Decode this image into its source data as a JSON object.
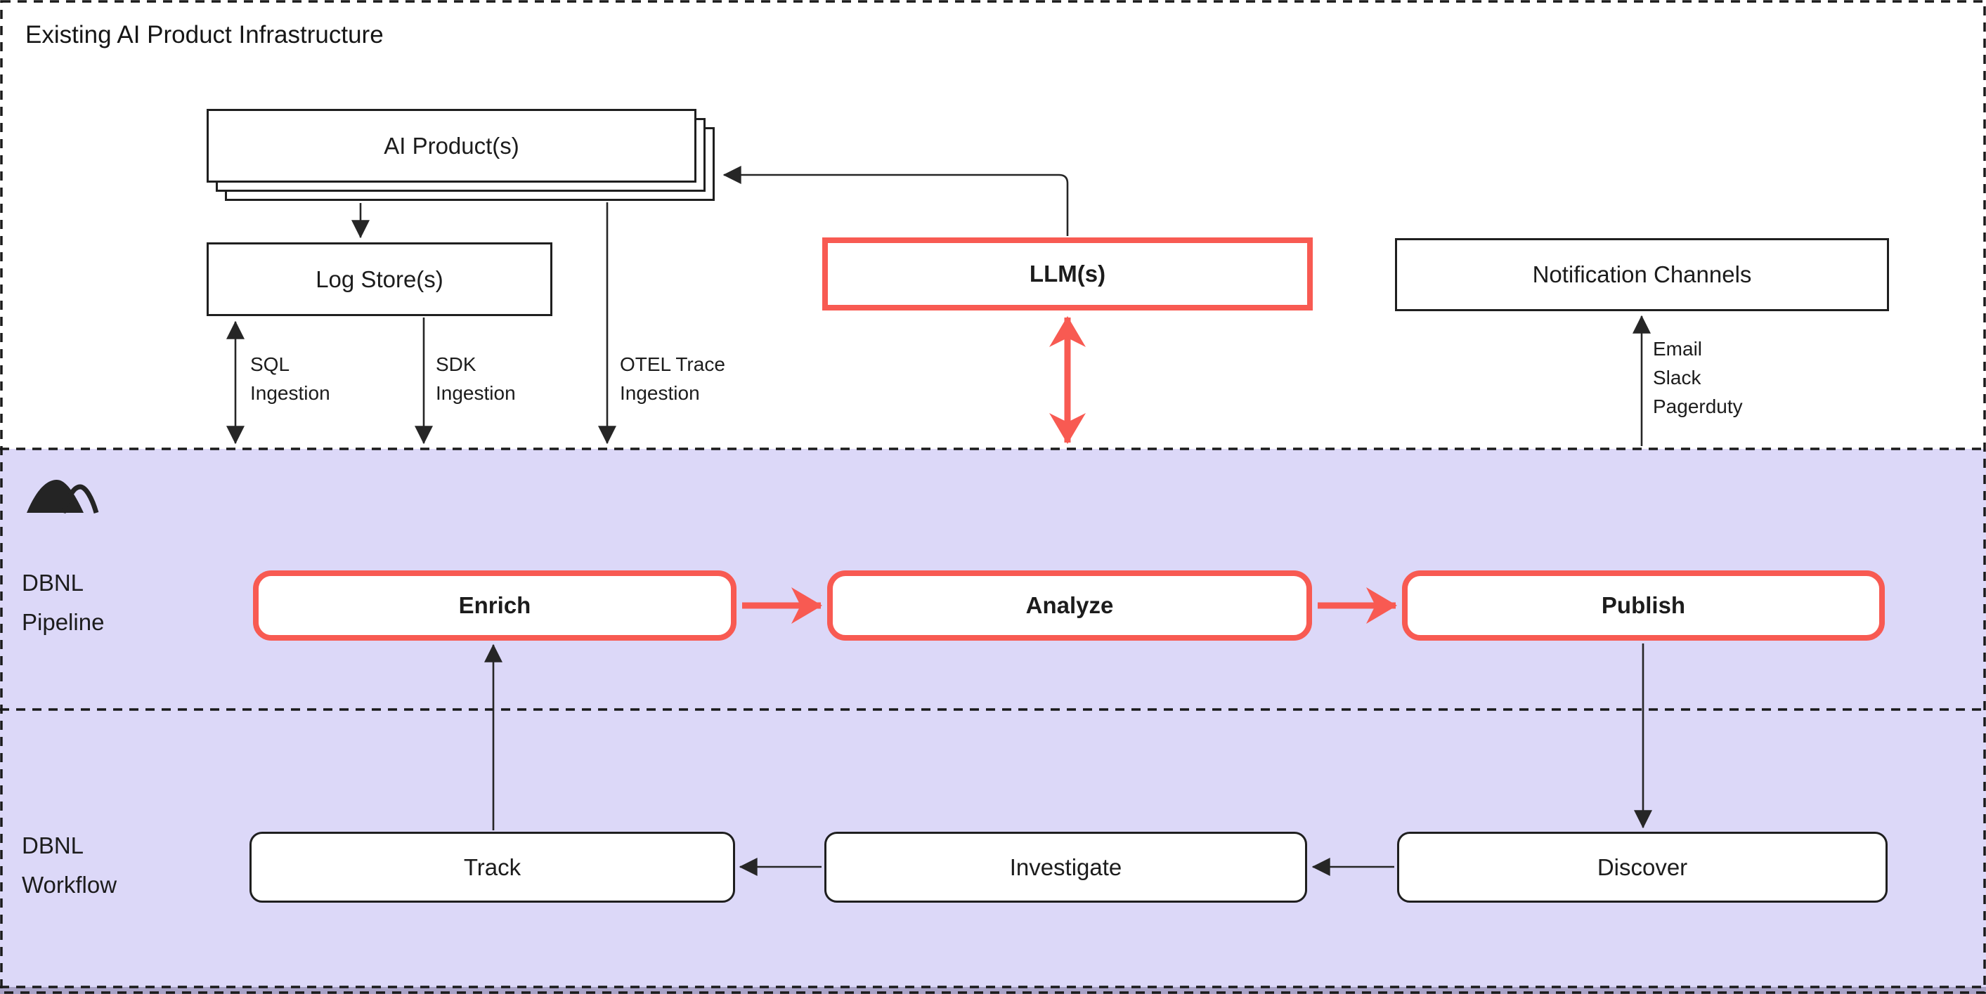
{
  "diagram": {
    "infrastructure_section": {
      "title": "Existing AI Product Infrastructure"
    },
    "pipeline_section": {
      "label_lines": [
        "DBNL",
        "Pipeline"
      ],
      "logo": "dbnl-mountain-logo"
    },
    "workflow_section": {
      "label_lines": [
        "DBNL",
        "Workflow"
      ]
    },
    "boxes": {
      "ai_products": {
        "label": "AI Product(s)"
      },
      "log_stores": {
        "label": "Log Store(s)"
      },
      "llms": {
        "label": "LLM(s)"
      },
      "notification_channels": {
        "label": "Notification Channels"
      },
      "enrich": {
        "label": "Enrich"
      },
      "analyze": {
        "label": "Analyze"
      },
      "publish": {
        "label": "Publish"
      },
      "track": {
        "label": "Track"
      },
      "investigate": {
        "label": "Investigate"
      },
      "discover": {
        "label": "Discover"
      }
    },
    "edge_labels": {
      "sql_ingestion": [
        "SQL",
        "Ingestion"
      ],
      "sdk_ingestion": [
        "SDK",
        "Ingestion"
      ],
      "otel_ingestion": [
        "OTEL Trace",
        "Ingestion"
      ],
      "notification_methods": [
        "Email",
        "Slack",
        "Pagerduty"
      ]
    },
    "colors": {
      "accent_red": "#f85a52",
      "section_purple": "#dcd8f8",
      "bottom_strip_purple": "#a8a2c6",
      "line_black": "#262626"
    }
  }
}
